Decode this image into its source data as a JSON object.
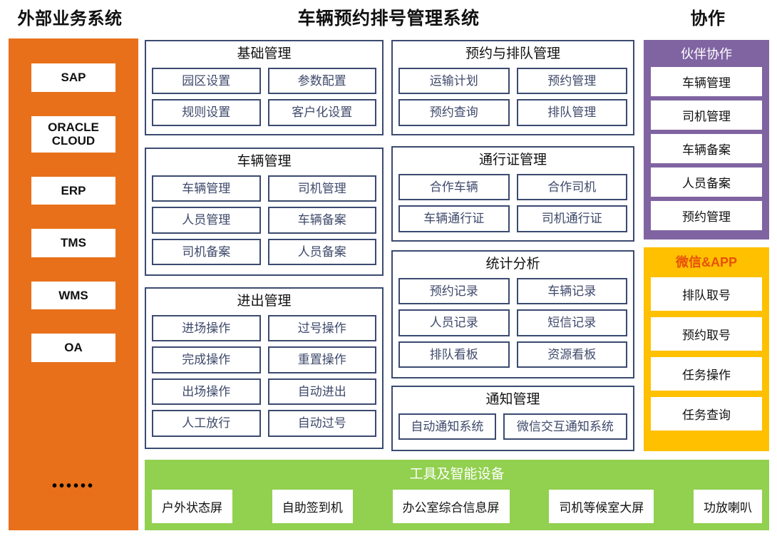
{
  "headings": {
    "left": "外部业务系统",
    "middle": "车辆预约排号管理系统",
    "right": "协作"
  },
  "external_systems": {
    "items": [
      {
        "label": "SAP"
      },
      {
        "label": "ORACLE\nCLOUD"
      },
      {
        "label": "ERP"
      },
      {
        "label": "TMS"
      },
      {
        "label": "WMS"
      },
      {
        "label": "OA"
      }
    ],
    "more_indicator": "••••••"
  },
  "panels": [
    {
      "id": "basic",
      "title": "基础管理",
      "items": [
        "园区设置",
        "参数配置",
        "规则设置",
        "客户化设置"
      ]
    },
    {
      "id": "vehicle",
      "title": "车辆管理",
      "items": [
        "车辆管理",
        "司机管理",
        "人员管理",
        "车辆备案",
        "司机备案",
        "人员备案"
      ]
    },
    {
      "id": "inout",
      "title": "进出管理",
      "items": [
        "进场操作",
        "过号操作",
        "完成操作",
        "重置操作",
        "出场操作",
        "自动进出",
        "人工放行",
        "自动过号"
      ]
    },
    {
      "id": "booking",
      "title": "预约与排队管理",
      "items": [
        "运输计划",
        "预约管理",
        "预约查询",
        "排队管理"
      ]
    },
    {
      "id": "pass",
      "title": "通行证管理",
      "items": [
        "合作车辆",
        "合作司机",
        "车辆通行证",
        "司机通行证"
      ]
    },
    {
      "id": "stats",
      "title": "统计分析",
      "items": [
        "预约记录",
        "车辆记录",
        "人员记录",
        "短信记录",
        "排队看板",
        "资源看板"
      ]
    },
    {
      "id": "notify",
      "title": "通知管理",
      "items": [
        "自动通知系统",
        "微信交互通知系统"
      ]
    }
  ],
  "collaboration": {
    "title": "伙伴协作",
    "items": [
      "车辆管理",
      "司机管理",
      "车辆备案",
      "人员备案",
      "预约管理"
    ]
  },
  "app_channel": {
    "title": "微信&APP",
    "items": [
      "排队取号",
      "预约取号",
      "任务操作",
      "任务查询"
    ]
  },
  "tools": {
    "title": "工具及智能设备",
    "items": [
      "户外状态屏",
      "自助签到机",
      "办公室综合信息屏",
      "司机等候室大屏",
      "功放喇叭"
    ]
  },
  "colors": {
    "external_orange": "#E8701A",
    "panel_border_navy": "#3B4A70",
    "panel_text_navy": "#3F4A6B",
    "collaboration_purple": "#8064A2",
    "app_gold": "#FFC000",
    "app_title_orange": "#E8500A",
    "tools_green": "#92D050"
  }
}
